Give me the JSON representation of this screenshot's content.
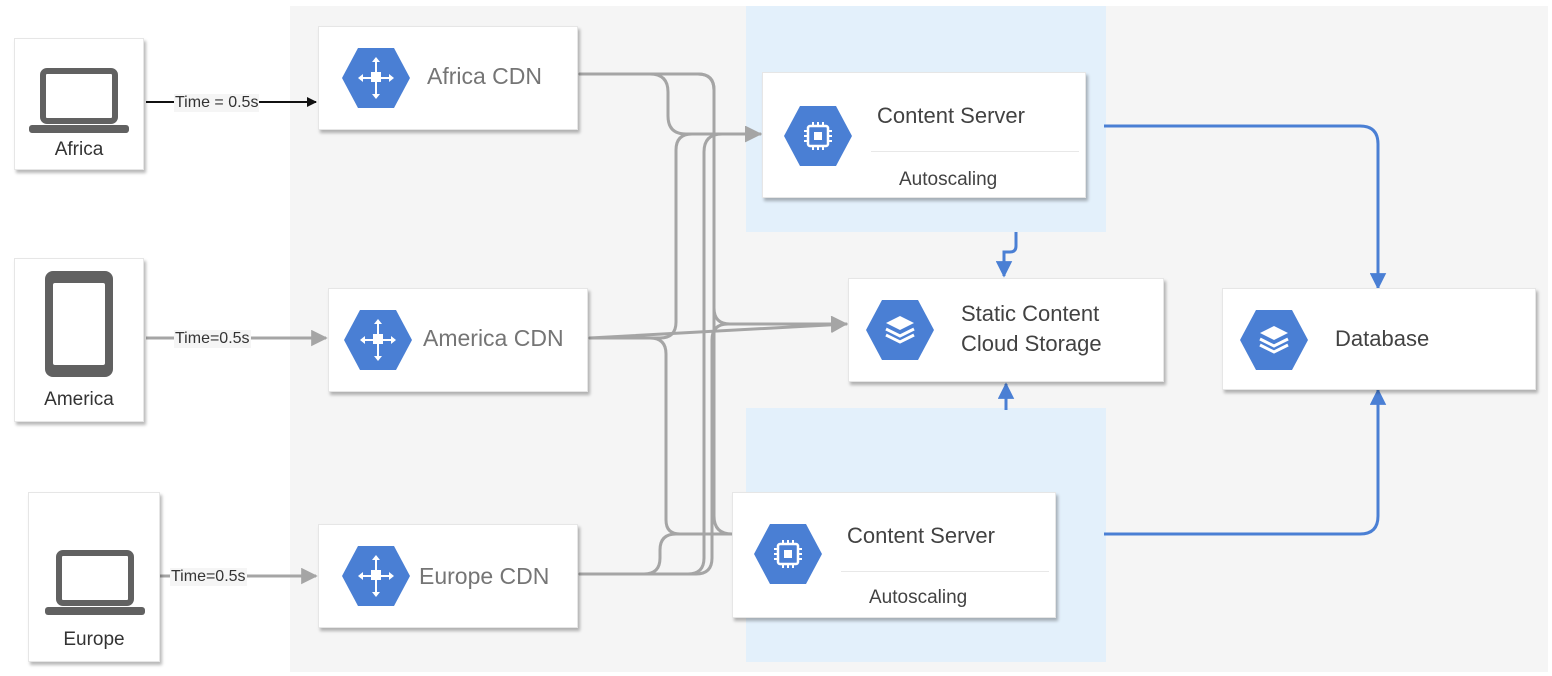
{
  "colors": {
    "background_panel": "#f5f5f5",
    "autoscale_zone": "#e3f0fb",
    "icon_blue": "#4a7fd4",
    "gray_connector": "#a5a5a5",
    "blue_connector": "#4a7fd4",
    "device_gray": "#616161"
  },
  "clients": [
    {
      "label": "Africa",
      "icon": "laptop-icon",
      "latency": "Time = 0.5s"
    },
    {
      "label": "America",
      "icon": "tablet-icon",
      "latency": "Time=0.5s"
    },
    {
      "label": "Europe",
      "icon": "laptop-icon",
      "latency": "Time=0.5s"
    }
  ],
  "cdns": [
    {
      "label": "Africa CDN",
      "icon": "cdn-icon"
    },
    {
      "label": "America CDN",
      "icon": "cdn-icon"
    },
    {
      "label": "Europe CDN",
      "icon": "cdn-icon"
    }
  ],
  "servers": [
    {
      "title": "Content Server",
      "subtitle": "Autoscaling",
      "icon": "compute-chip-icon"
    },
    {
      "title": "Content Server",
      "subtitle": "Autoscaling",
      "icon": "compute-chip-icon"
    }
  ],
  "storage": {
    "line1": "Static Content",
    "line2": "Cloud Storage",
    "icon": "storage-stack-icon"
  },
  "database": {
    "label": "Database",
    "icon": "storage-stack-icon"
  }
}
